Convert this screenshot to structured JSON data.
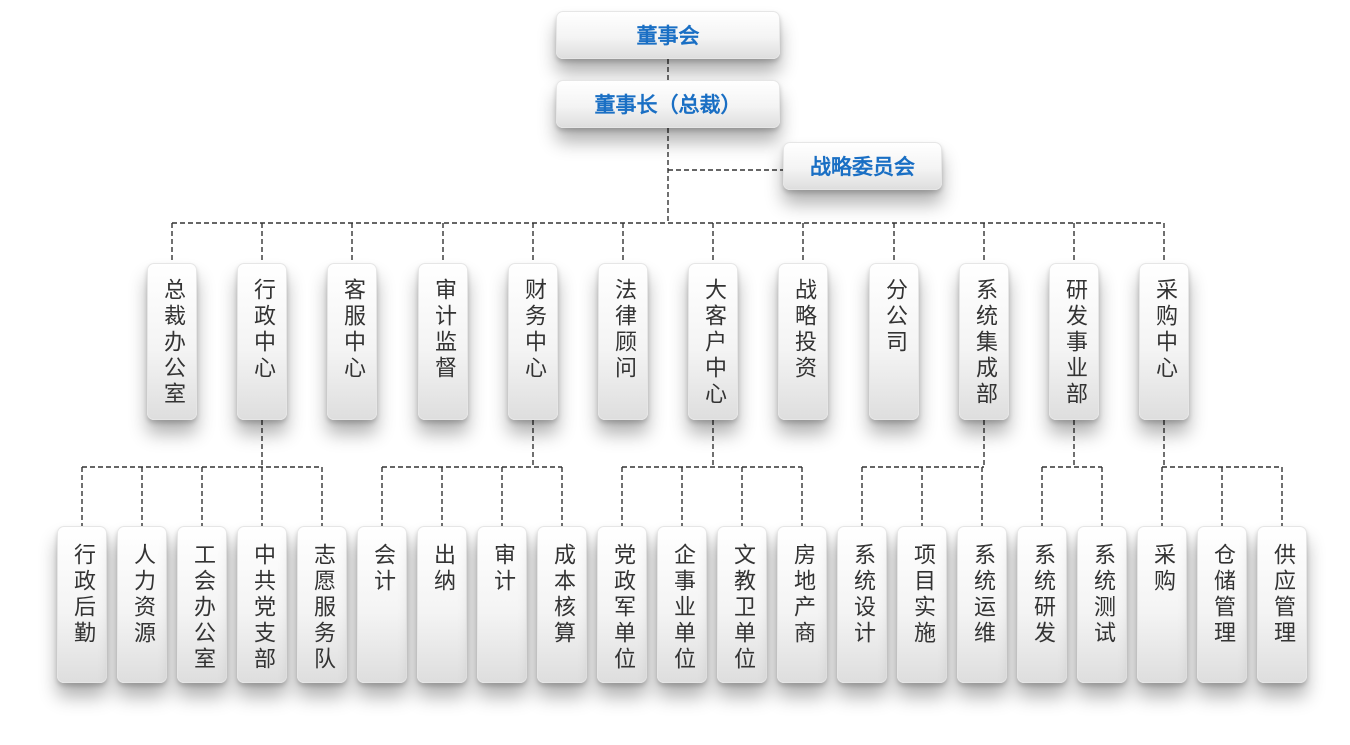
{
  "board": "董事会",
  "chairman": "董事长（总裁）",
  "committee": "战略委员会",
  "departments": [
    {
      "name": "总裁办公室",
      "children": []
    },
    {
      "name": "行政中心",
      "children": [
        "行政后勤",
        "人力资源",
        "工会办公室",
        "中共党支部",
        "志愿服务队"
      ]
    },
    {
      "name": "客服中心",
      "children": []
    },
    {
      "name": "审计监督",
      "children": []
    },
    {
      "name": "财务中心",
      "children": [
        "会计",
        "出纳",
        "审计",
        "成本核算"
      ]
    },
    {
      "name": "法律顾问",
      "children": []
    },
    {
      "name": "大客户中心",
      "children": [
        "党政军单位",
        "企事业单位",
        "文教卫单位",
        "房地产商"
      ]
    },
    {
      "name": "战略投资",
      "children": []
    },
    {
      "name": "分公司",
      "children": []
    },
    {
      "name": "系统集成部",
      "children": [
        "系统设计",
        "项目实施",
        "系统运维"
      ]
    },
    {
      "name": "研发事业部",
      "children": [
        "系统研发",
        "系统测试"
      ]
    },
    {
      "name": "采购中心",
      "children": [
        "采购",
        "仓储管理",
        "供应管理"
      ]
    }
  ]
}
